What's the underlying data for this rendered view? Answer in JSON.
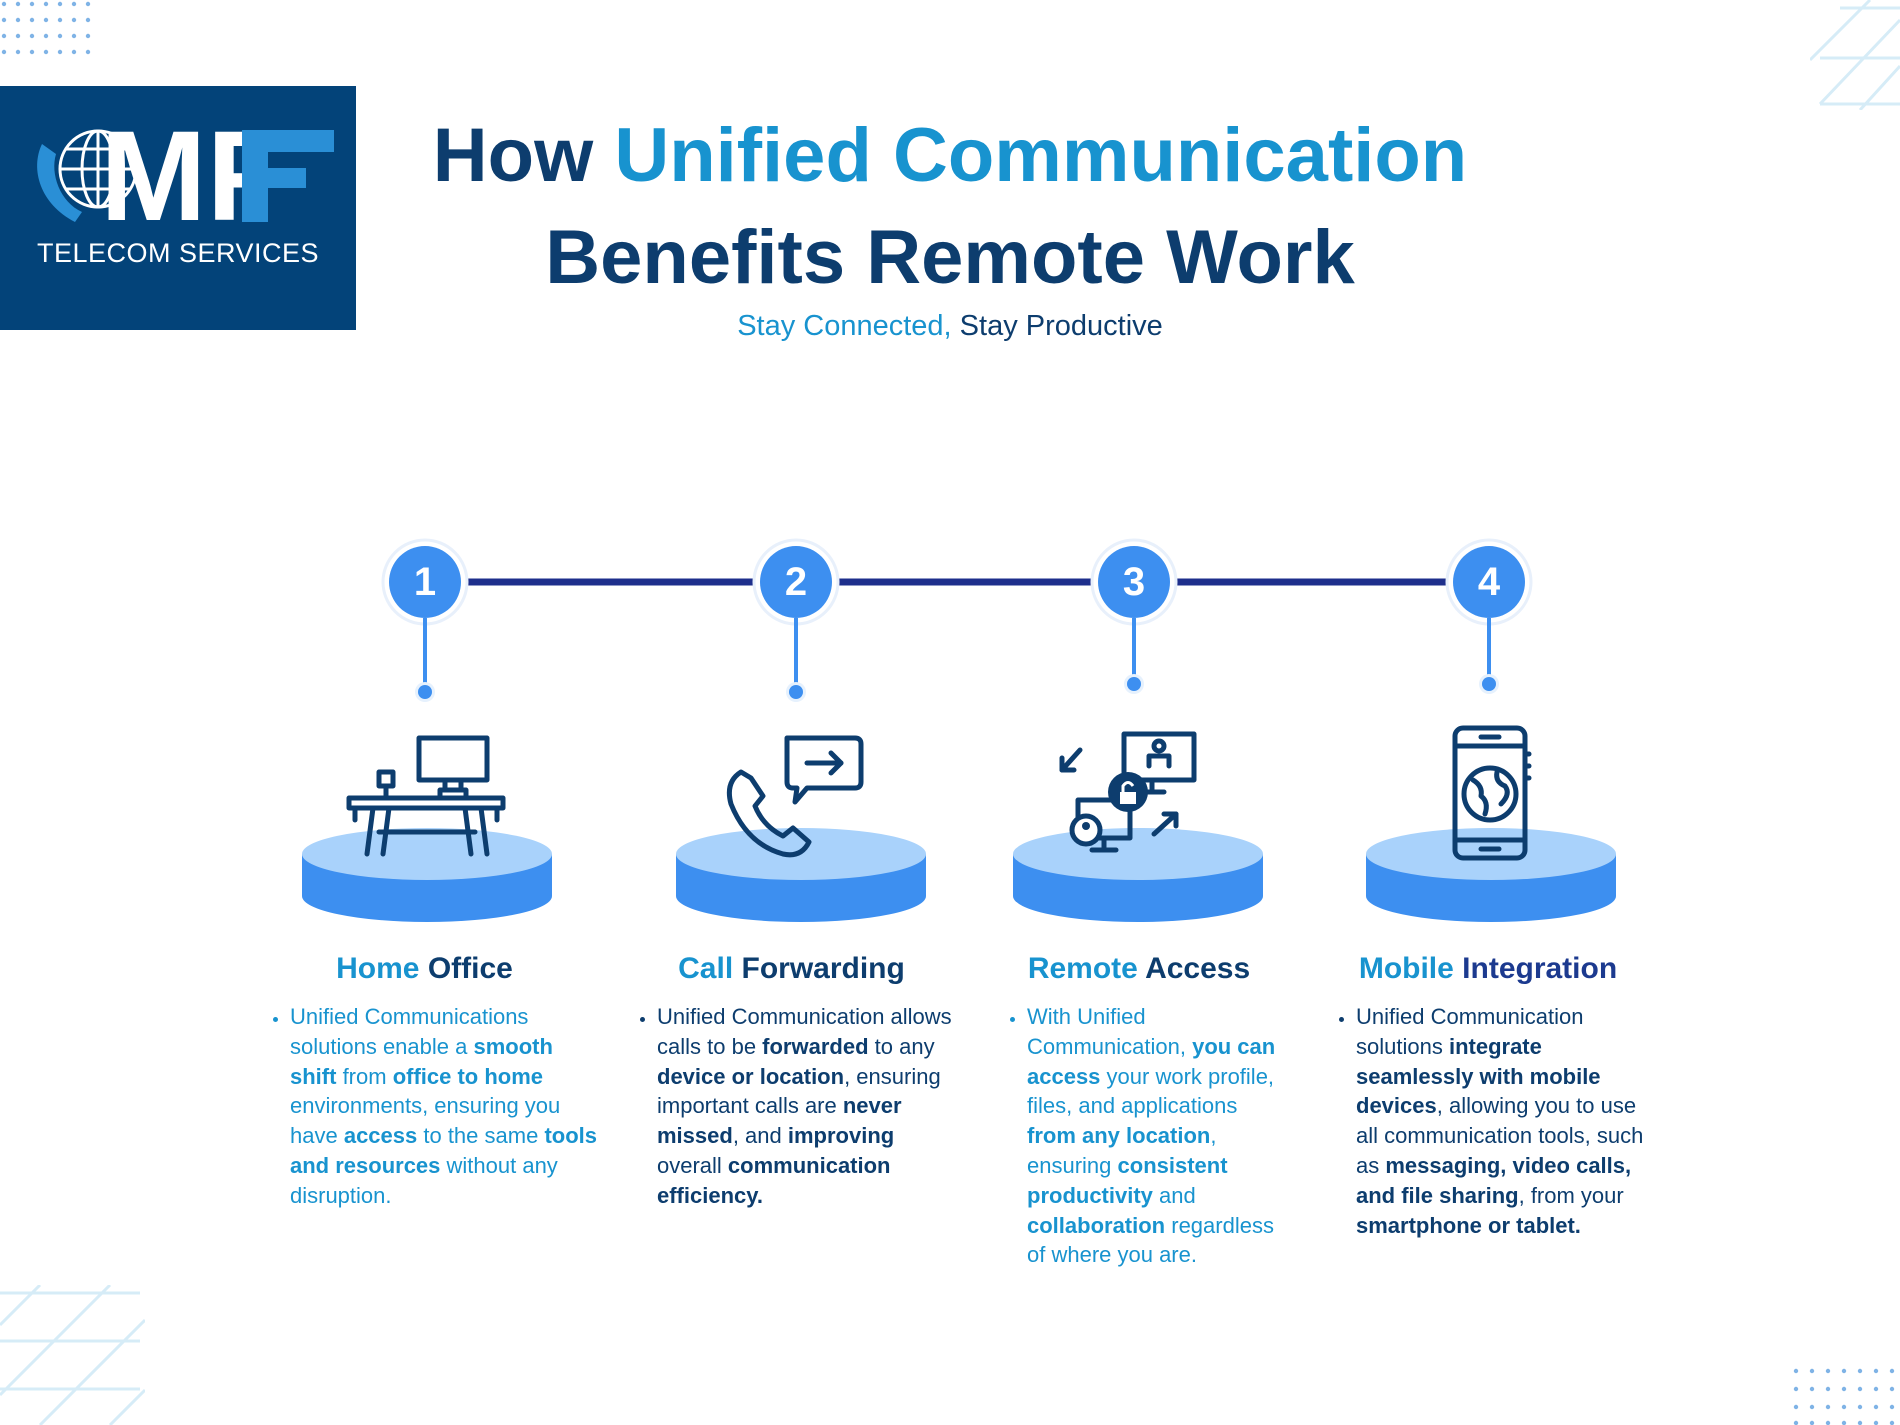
{
  "colors": {
    "navy": "#0d3d6e",
    "accent_blue": "#1893cf",
    "logo_bg": "#034379",
    "step_circle": "#3d8ff0",
    "timeline_line": "#1e2f8c",
    "pedestal_top": "#a9d2fb",
    "pedestal_side": "#3d8ff0"
  },
  "logo": {
    "mark": "MF",
    "text": "TELECOM SERVICES",
    "icon": "globe-phone-icon"
  },
  "header": {
    "title_part1": "How ",
    "title_accent": "Unified Communication",
    "title_line2": "Benefits Remote Work",
    "subtitle_accent": "Stay Connected,",
    "subtitle_rest": " Stay Productive"
  },
  "steps": [
    {
      "number": "1",
      "icon": "desk-icon",
      "title_accent": "Home",
      "title_rest": " Office",
      "text": [
        [
          "Unified Communications solutions enable a ",
          false
        ],
        [
          "smooth shift",
          true
        ],
        [
          " from ",
          false
        ],
        [
          "office to home",
          true
        ],
        [
          " environments, ensuring you have ",
          false
        ],
        [
          "access",
          true
        ],
        [
          " to the same ",
          false
        ],
        [
          "tools and resources",
          true
        ],
        [
          " without any disruption.",
          false
        ]
      ]
    },
    {
      "number": "2",
      "icon": "phone-forward-icon",
      "title_accent": "Call",
      "title_rest": " Forwarding",
      "text": [
        [
          "Unified Communication allows calls to be ",
          false
        ],
        [
          "forwarded",
          true
        ],
        [
          " to any ",
          false
        ],
        [
          "device or location",
          true
        ],
        [
          ", ensuring important calls are ",
          false
        ],
        [
          "never missed",
          true
        ],
        [
          ", and ",
          false
        ],
        [
          "improving",
          true
        ],
        [
          " overall ",
          false
        ],
        [
          "communication efficiency.",
          true
        ]
      ]
    },
    {
      "number": "3",
      "icon": "remote-access-icon",
      "title_accent": "Remote",
      "title_rest": " Access",
      "text": [
        [
          "With Unified Communication, ",
          false
        ],
        [
          "you can access",
          true
        ],
        [
          " your work profile, files, and applications ",
          false
        ],
        [
          "from any location",
          true
        ],
        [
          ", ensuring ",
          false
        ],
        [
          "consistent productivity",
          true
        ],
        [
          " and ",
          false
        ],
        [
          "collaboration",
          true
        ],
        [
          " regardless of where you are.",
          false
        ]
      ]
    },
    {
      "number": "4",
      "icon": "smartphone-globe-icon",
      "title_accent": "Mobile",
      "title_rest": " Integration",
      "text": [
        [
          "Unified Communication solutions ",
          false
        ],
        [
          "integrate seamlessly with mobile devices",
          true
        ],
        [
          ", allowing you to use all communication tools, such as ",
          false
        ],
        [
          "messaging, video calls, and file sharing",
          true
        ],
        [
          ", from your ",
          false
        ],
        [
          "smartphone or tablet.",
          true
        ]
      ]
    }
  ]
}
